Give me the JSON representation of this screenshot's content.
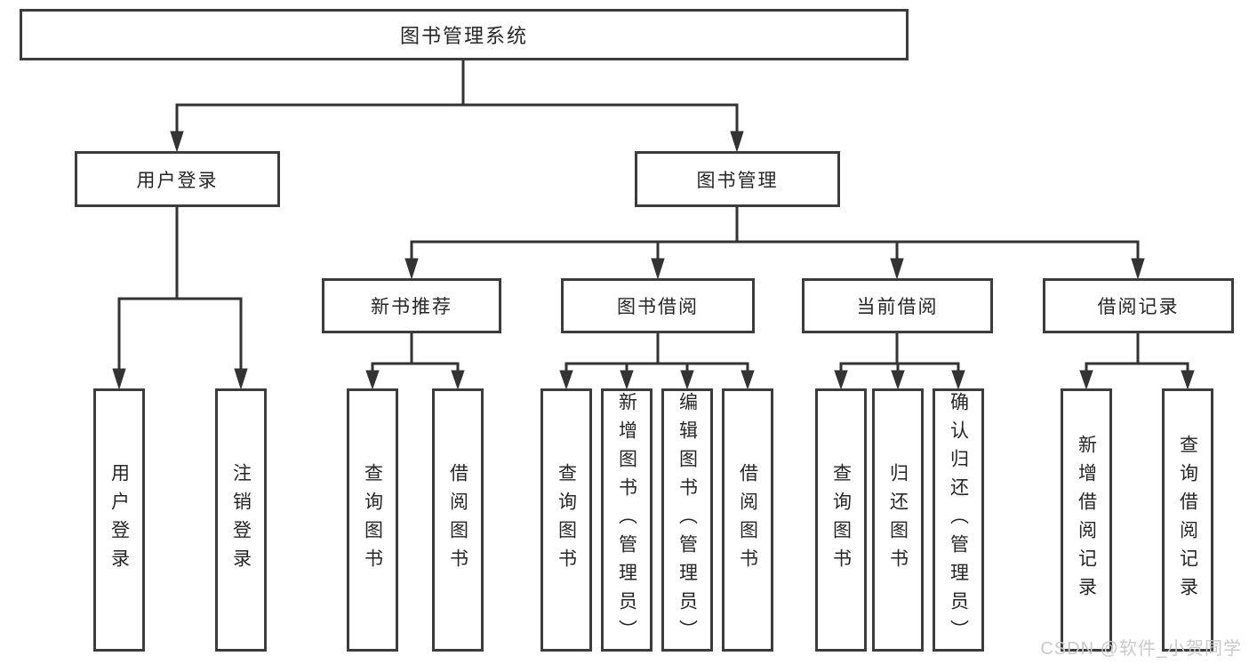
{
  "diagram": {
    "root": {
      "label": "图书管理系统"
    },
    "level2": [
      {
        "label": "用户登录",
        "parent": "图书管理系统"
      },
      {
        "label": "图书管理",
        "parent": "图书管理系统"
      }
    ],
    "level3": [
      {
        "label": "新书推荐",
        "parent": "图书管理"
      },
      {
        "label": "图书借阅",
        "parent": "图书管理"
      },
      {
        "label": "当前借阅",
        "parent": "图书管理"
      },
      {
        "label": "借阅记录",
        "parent": "图书管理"
      }
    ],
    "leaves": [
      {
        "label": "用户登录",
        "parent": "用户登录"
      },
      {
        "label": "注销登录",
        "parent": "用户登录"
      },
      {
        "label": "查询图书",
        "parent": "新书推荐"
      },
      {
        "label": "借阅图书",
        "parent": "新书推荐"
      },
      {
        "label": "查询图书",
        "parent": "图书借阅"
      },
      {
        "label": "新增图书（管理员）",
        "parent": "图书借阅"
      },
      {
        "label": "编辑图书（管理员）",
        "parent": "图书借阅"
      },
      {
        "label": "借阅图书",
        "parent": "图书借阅"
      },
      {
        "label": "查询图书",
        "parent": "当前借阅"
      },
      {
        "label": "归还图书",
        "parent": "当前借阅"
      },
      {
        "label": "确认归还（管理员）",
        "parent": "当前借阅"
      },
      {
        "label": "新增借阅记录",
        "parent": "借阅记录"
      },
      {
        "label": "查询借阅记录",
        "parent": "借阅记录"
      }
    ]
  },
  "colors": {
    "line": "#333333",
    "border": "#3c3c3c",
    "text": "#262626",
    "watermark": "#c9c9c9"
  },
  "watermark": {
    "text": "CSDN @软件_小贺同学"
  }
}
